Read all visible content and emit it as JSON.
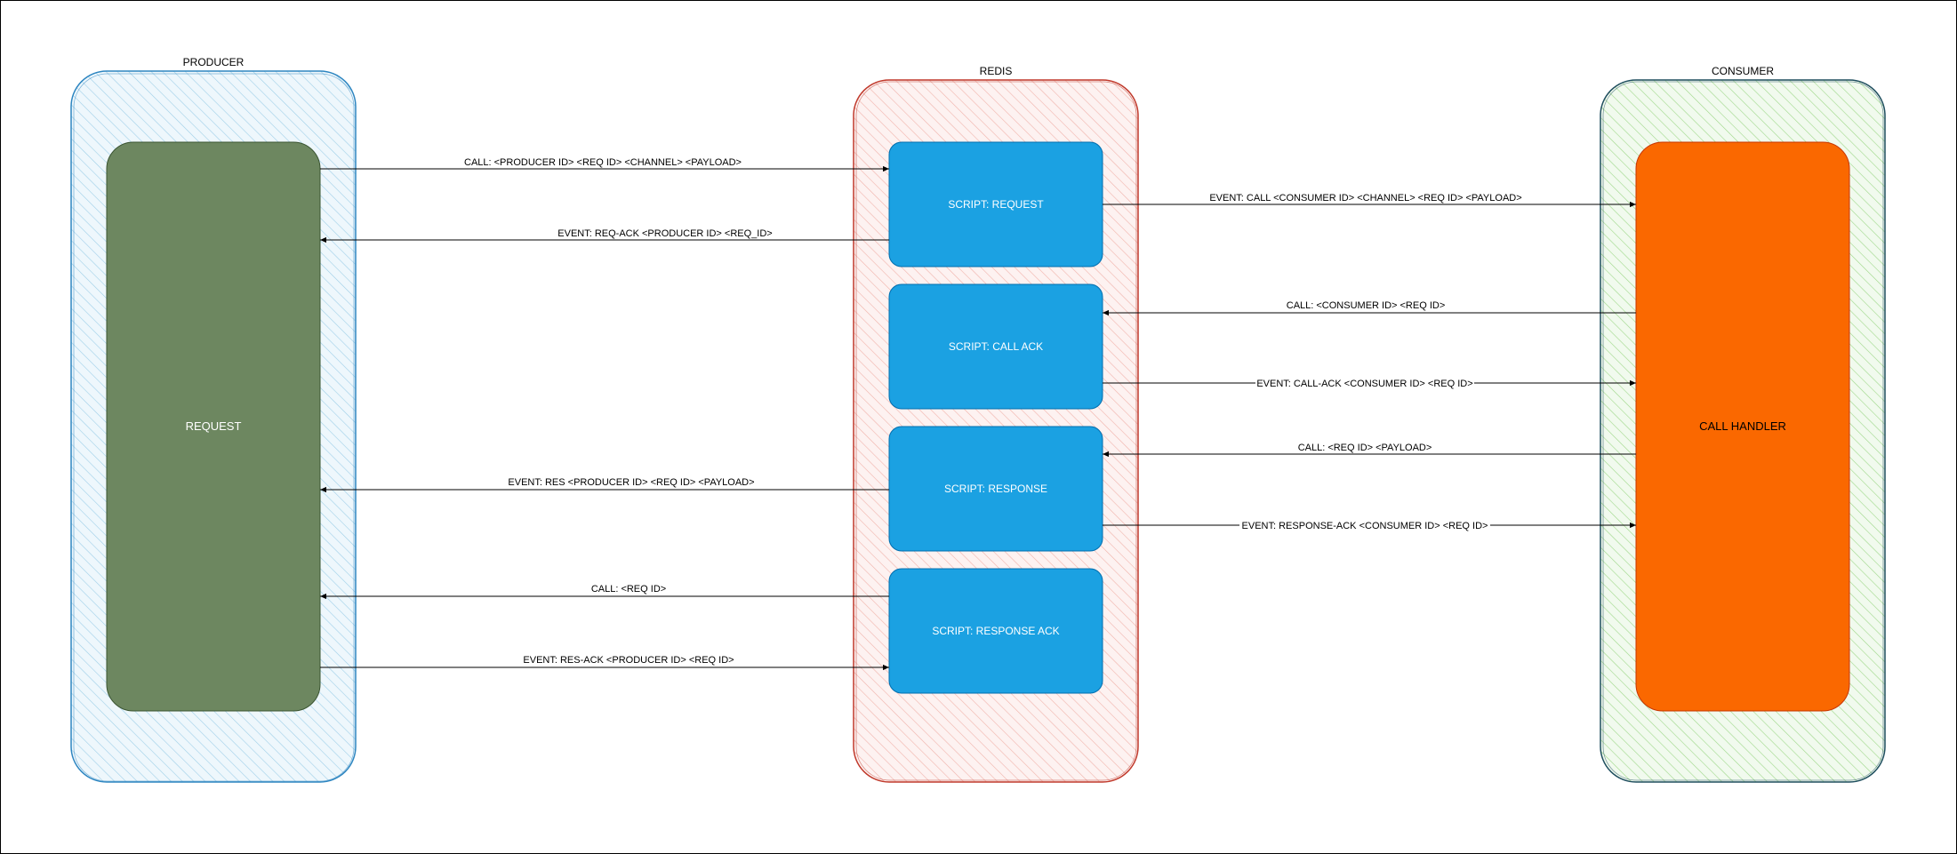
{
  "diagram": {
    "groups": {
      "producer": {
        "label": "PRODUCER",
        "color": "#3b82b4",
        "fill": "#cde6f5"
      },
      "redis": {
        "label": "REDIS",
        "color": "#c0392b",
        "fill": "#f6c9c4"
      },
      "consumer": {
        "label": "CONSUMER",
        "color": "#1f4e5f",
        "fill": "#b9e3a6"
      }
    },
    "nodes": {
      "request": {
        "label": "REQUEST",
        "fill": "#6d8760",
        "text_color": "#ffffff"
      },
      "script_request": {
        "label": "SCRIPT: REQUEST",
        "fill": "#1ba1e2",
        "text_color": "#ffffff"
      },
      "script_callack": {
        "label": "SCRIPT: CALL ACK",
        "fill": "#1ba1e2",
        "text_color": "#ffffff"
      },
      "script_response": {
        "label": "SCRIPT: RESPONSE",
        "fill": "#1ba1e2",
        "text_color": "#ffffff"
      },
      "script_resack": {
        "label": "SCRIPT: RESPONSE ACK",
        "fill": "#1ba1e2",
        "text_color": "#ffffff"
      },
      "call_handler": {
        "label": "CALL HANDLER",
        "fill": "#fa6800",
        "text_color": "#000000"
      }
    },
    "edges": {
      "call": {
        "label": "CALL: <PRODUCER ID> <REQ ID> <CHANNEL> <PAYLOAD>"
      },
      "req_ack": {
        "label": "EVENT: REQ-ACK <PRODUCER ID> <REQ_ID>"
      },
      "event_call": {
        "label": "EVENT: CALL <CONSUMER ID> <CHANNEL> <REQ ID> <PAYLOAD>"
      },
      "consumer_call": {
        "label": "CALL: <CONSUMER ID> <REQ ID>"
      },
      "call_ack": {
        "label": "EVENT: CALL-ACK <CONSUMER ID> <REQ ID>"
      },
      "call_payload": {
        "label": "CALL: <REQ ID> <PAYLOAD>"
      },
      "event_res": {
        "label": "EVENT: RES <PRODUCER ID> <REQ ID> <PAYLOAD>"
      },
      "response_ack": {
        "label": "EVENT: RESPONSE-ACK <CONSUMER ID> <REQ ID>"
      },
      "call_reqid": {
        "label": "CALL: <REQ ID>"
      },
      "res_ack": {
        "label": "EVENT: RES-ACK <PRODUCER ID> <REQ ID>"
      }
    }
  }
}
